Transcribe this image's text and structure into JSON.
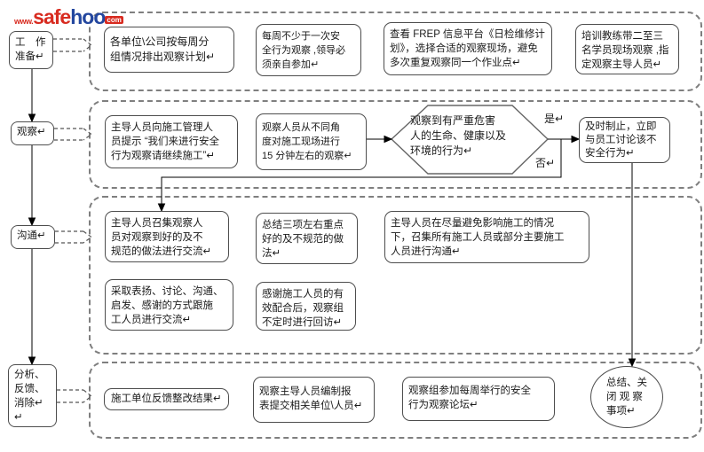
{
  "logo": {
    "www": "www.",
    "safe": "safe",
    "hoo": "hoo",
    "com": "com"
  },
  "colors": {
    "logo_red": "#d82b20",
    "logo_blue": "#24479f",
    "box_border": "#4d4d4d",
    "container_border": "#7f7f7f"
  },
  "phases": {
    "prepare": "工　作\n准备↵",
    "observe": "观察↵",
    "communicate": "沟通↵",
    "analyze": "分析、\n反馈、\n消除↵\n↵"
  },
  "row1": {
    "b1": "各单位\\公司按每周分\n组情况排出观察计划↵",
    "b2": "每周不少于一次安\n全行为观察 ,领导必\n须亲自参加↵",
    "b3": "查看 FREP 信息平台《日检维修计\n划》，选择合适的观察现场，避免\n多次重复观察同一个作业点↵",
    "b4": "培训教练带二至三\n名学员现场观察 ,指\n定观察主导人员↵"
  },
  "row2": {
    "b1": "主导人员向施工管理人\n员提示 “我们来进行安全\n行为观察请继续施工”↵",
    "b2": "观察人员从不同角\n度对施工现场进行\n15 分钟左右的观察↵",
    "decision": "观察到有严重危害\n人的生命、健康以及\n环境的行为↵",
    "yes": "是↵",
    "no": "否↵",
    "b3": "及时制止，立即\n与员工讨论该不\n安全行为↵"
  },
  "row3": {
    "b1": "主导人员召集观察人\n员对观察到好的及不\n规范的做法进行交流↵",
    "b2": "总结三项左右重点\n好的及不规范的做\n法↵",
    "b3": "主导人员在尽量避免影响施工的情况\n下，召集所有施工人员或部分主要施工\n人员进行沟通↵",
    "b4": "采取表扬、讨论、沟通、\n启发、感谢的方式跟施\n工人员进行交流↵",
    "b5": "感谢施工人员的有\n效配合后，观察组\n不定时进行回访↵"
  },
  "row4": {
    "b1": "施工单位反馈整改结果↵",
    "b2": "观察主导人员编制报\n表提交相关单位\\人员↵",
    "b3": "观察组参加每周举行的安全\n行为观察论坛↵",
    "end": "总结、关\n闭 观 察\n事项↵"
  }
}
